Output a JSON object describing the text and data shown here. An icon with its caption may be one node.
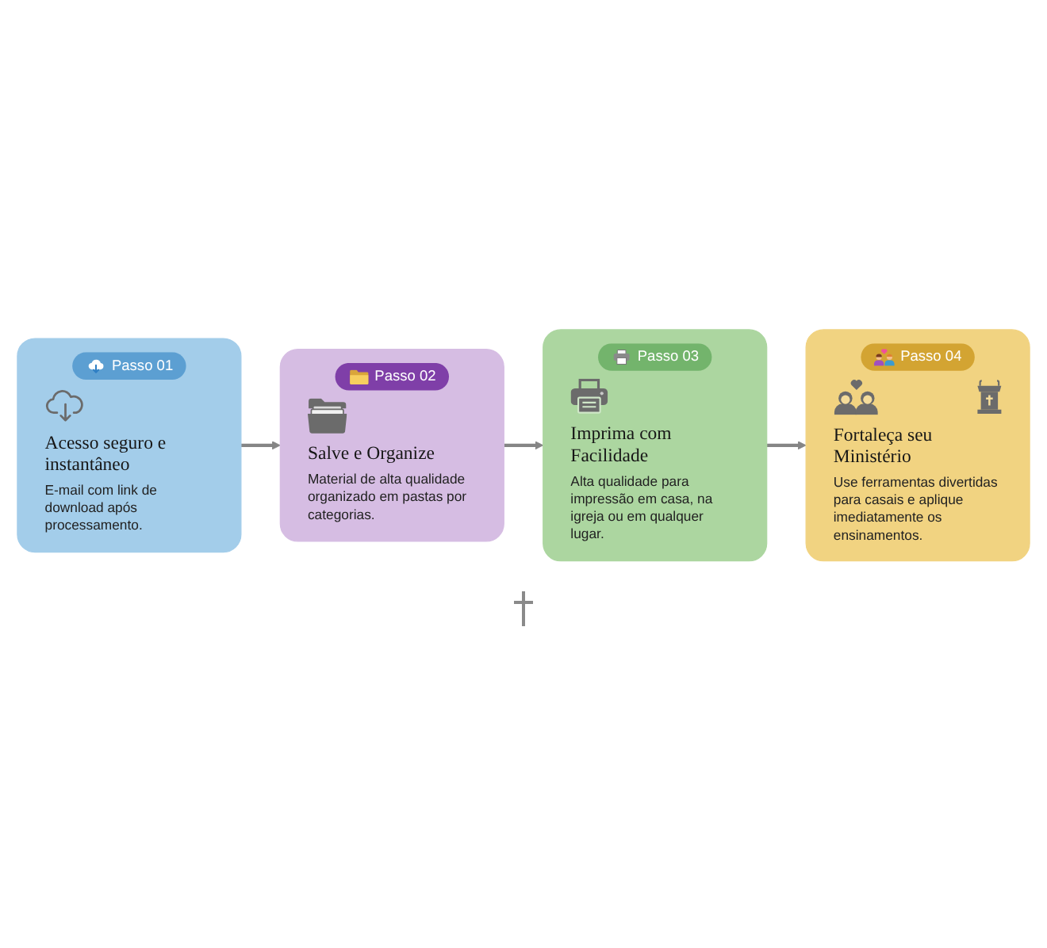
{
  "diagram": {
    "nodes": [
      {
        "text": [
          "Passo 01",
          "Acesso seguro e instantâneo",
          "E-mail com link de download após processamento."
        ]
      },
      {
        "text": [
          "Passo 02",
          "Salve e Organize",
          "Material de alta qualidade organizado em pastas por categorias."
        ]
      },
      {
        "text": [
          "Passo 03",
          "Imprima com Facilidade",
          "Alta qualidade para impressão em casa, na igreja ou em qualquer lugar."
        ]
      },
      {
        "text": [
          "Passo 04",
          "Fortaleça seu Ministério",
          "Use ferramentas divertidas para casais e aplique imediatamente os ensinamentos."
        ]
      }
    ],
    "edges": [
      {
        "from": 0,
        "to": 1,
        "arrow": "to"
      },
      {
        "from": 1,
        "to": 2,
        "arrow": "to"
      },
      {
        "from": 2,
        "to": 3,
        "arrow": "to"
      }
    ]
  }
}
